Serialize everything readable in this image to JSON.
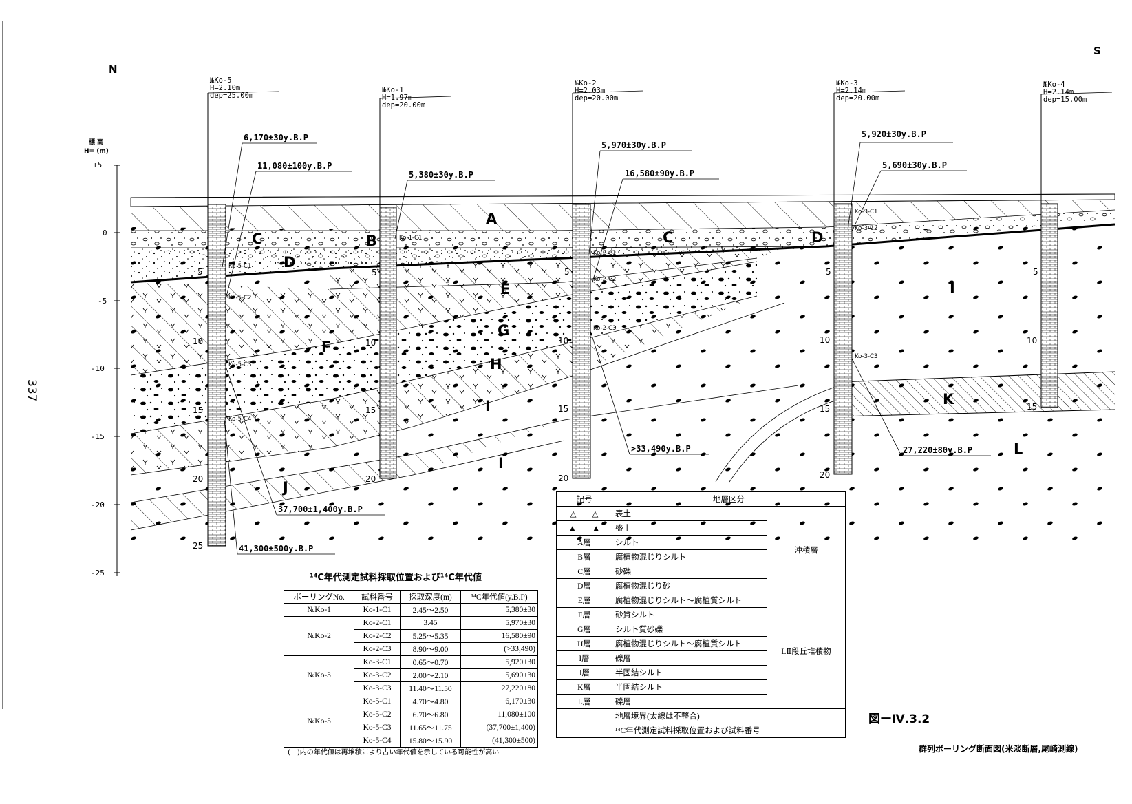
{
  "page_number": "337",
  "direction": {
    "north": "N",
    "south": "S"
  },
  "axis": {
    "label_line1": "標 高",
    "label_line2": "H= (m)",
    "ticks": [
      "+5",
      "0",
      "-5",
      "-10",
      "-15",
      "-20",
      "-25"
    ]
  },
  "boreholes": [
    {
      "name": "№Ko-5",
      "h": "H=2.10m",
      "dep": "dep=25.00m",
      "depth_ticks": [
        "5",
        "10",
        "15",
        "20",
        "25"
      ]
    },
    {
      "name": "№Ko-1",
      "h": "H=1.97m",
      "dep": "dep=20.00m",
      "depth_ticks": [
        "5",
        "10",
        "15",
        "20"
      ]
    },
    {
      "name": "№Ko-2",
      "h": "H=2.03m",
      "dep": "dep=20.00m",
      "depth_ticks": [
        "5",
        "10",
        "15",
        "20"
      ]
    },
    {
      "name": "№Ko-3",
      "h": "H=2.14m",
      "dep": "dep=20.00m",
      "depth_ticks": [
        "5",
        "10",
        "15",
        "20"
      ]
    },
    {
      "name": "№Ko-4",
      "h": "H=2.14m",
      "dep": "dep=15.00m",
      "depth_ticks": [
        "5",
        "10",
        "15"
      ]
    }
  ],
  "sample_labels": [
    "Ko-5-C1",
    "Ko-5-C2",
    "Ko-5-C3",
    "Ko-5-C4",
    "Ko-1-C1",
    "Ko-2-C1",
    "Ko-2-C2",
    "Ko-2-C3",
    "Ko-3-C1",
    "Ko-3-C2",
    "Ko-3-C3"
  ],
  "age_callouts": [
    "6,170±30y.B.P",
    "11,080±100y.B.P",
    "5,380±30y.B.P",
    "5,970±30y.B.P",
    "16,580±90y.B.P",
    "5,920±30y.B.P",
    "5,690±30y.B.P",
    ">33,490y.B.P",
    "27,220±80y.B.P",
    "37,700±1,400y.B.P",
    "41,300±500y.B.P"
  ],
  "layer_letters": [
    "A",
    "B",
    "C",
    "C",
    "D",
    "D",
    "E",
    "F",
    "G",
    "H",
    "I",
    "I",
    "I",
    "J",
    "K",
    "L"
  ],
  "age_table": {
    "title": "¹⁴C年代測定試料採取位置および¹⁴C年代値",
    "headers": [
      "ボーリングNo.",
      "試料番号",
      "採取深度(m)",
      "¹⁴C年代値(y.B.P)"
    ],
    "groups": [
      {
        "boring": "№Ko-1",
        "rows": [
          [
            "Ko-1-C1",
            "2.45〜2.50",
            "5,380±30"
          ]
        ]
      },
      {
        "boring": "№Ko-2",
        "rows": [
          [
            "Ko-2-C1",
            "3.45",
            "5,970±30"
          ],
          [
            "Ko-2-C2",
            "5.25〜5.35",
            "16,580±90"
          ],
          [
            "Ko-2-C3",
            "8.90〜9.00",
            "(>33,490)"
          ]
        ]
      },
      {
        "boring": "№Ko-3",
        "rows": [
          [
            "Ko-3-C1",
            "0.65〜0.70",
            "5,920±30"
          ],
          [
            "Ko-3-C2",
            "2.00〜2.10",
            "5,690±30"
          ],
          [
            "Ko-3-C3",
            "11.40〜11.50",
            "27,220±80"
          ]
        ]
      },
      {
        "boring": "№Ko-5",
        "rows": [
          [
            "Ko-5-C1",
            "4.70〜4.80",
            "6,170±30"
          ],
          [
            "Ko-5-C2",
            "6.70〜6.80",
            "11,080±100"
          ],
          [
            "Ko-5-C3",
            "11.65〜11.75",
            "(37,700±1,400)"
          ],
          [
            "Ko-5-C4",
            "15.80〜15.90",
            "(41,300±500)"
          ]
        ]
      }
    ],
    "note": "(　)内の年代値は再堆積により古い年代値を示している可能性が高い"
  },
  "legend": {
    "headers": [
      "記号",
      "地層区分"
    ],
    "rows": [
      {
        "symbol": "",
        "name": "表土"
      },
      {
        "symbol": "",
        "name": "盛土"
      },
      {
        "symbol": "A層",
        "name": "シルト"
      },
      {
        "symbol": "B層",
        "name": "腐植物混じりシルト"
      },
      {
        "symbol": "C層",
        "name": "砂礫"
      },
      {
        "symbol": "D層",
        "name": "腐植物混じり砂"
      },
      {
        "symbol": "E層",
        "name": "腐植物混じりシルト〜腐植質シルト"
      },
      {
        "symbol": "F層",
        "name": "砂質シルト"
      },
      {
        "symbol": "G層",
        "name": "シルト質砂礫"
      },
      {
        "symbol": "H層",
        "name": "腐植物混じりシルト〜腐植質シルト"
      },
      {
        "symbol": "I層",
        "name": "礫層"
      },
      {
        "symbol": "J層",
        "name": "半固結シルト"
      },
      {
        "symbol": "K層",
        "name": "半固結シルト"
      },
      {
        "symbol": "L層",
        "name": "礫層"
      },
      {
        "symbol": "",
        "name": "地層境界(太線は不整合)"
      },
      {
        "symbol": "",
        "name": "¹⁴C年代測定試料採取位置および試料番号"
      }
    ],
    "group_upper": "沖積層",
    "group_lower": "LⅡ段丘堆積物"
  },
  "figure": {
    "number": "図ーⅣ.3.2",
    "caption": "群列ボーリング断面図(米淡断層,尾崎測線)"
  }
}
